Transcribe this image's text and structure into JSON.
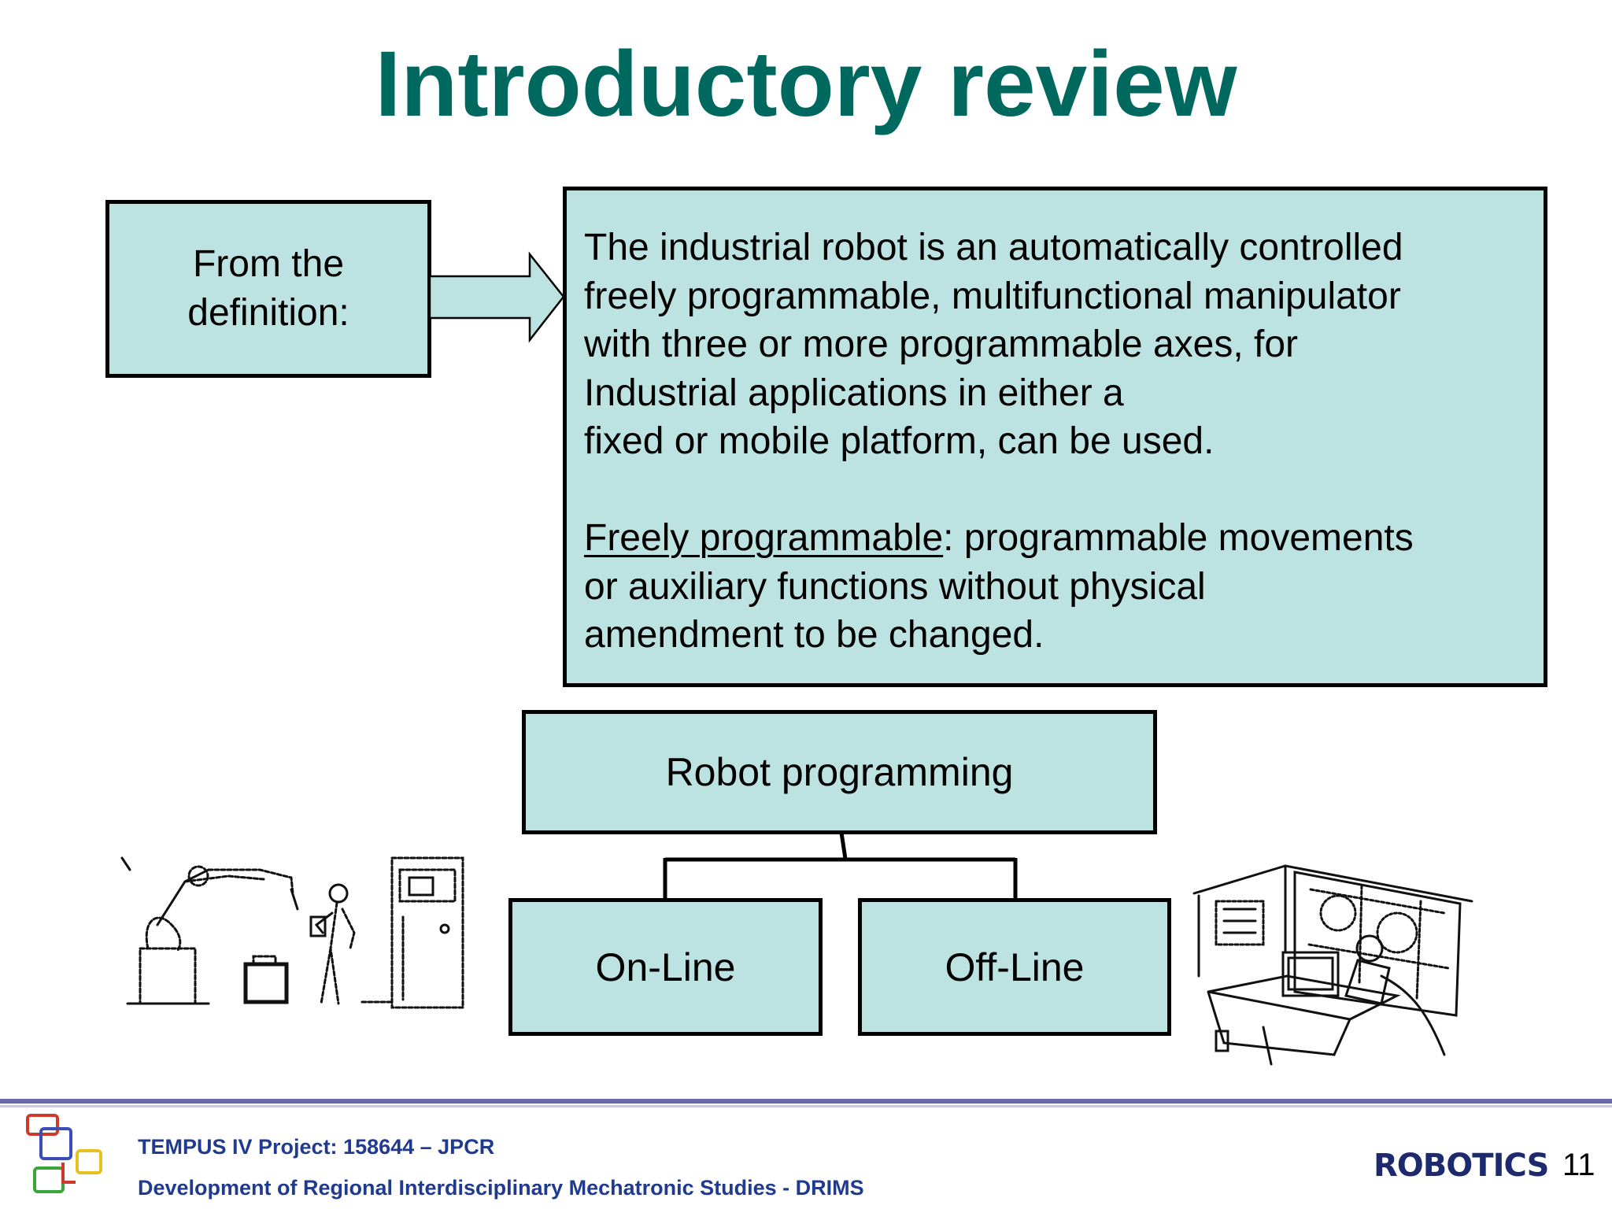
{
  "slide": {
    "title": "Introductory review",
    "definition_label_line1": "From the",
    "definition_label_line2": "definition:",
    "definition_text": [
      "The industrial robot is an automatically controlled",
      "freely programmable, multifunctional manipulator",
      "with three or more programmable axes, for",
      "Industrial applications in either a",
      "fixed or mobile platform, can be used."
    ],
    "freely_term": "Freely programmable",
    "freely_rest_line1": ": programmable movements",
    "freely_lines": [
      "or auxiliary functions without physical",
      "amendment to be changed."
    ],
    "tree": {
      "root": "Robot programming",
      "left": "On-Line",
      "right": "Off-Line"
    }
  },
  "footer": {
    "project": "TEMPUS IV Project: 158644 – JPCR",
    "program": "Development of Regional Interdisciplinary Mechatronic Studies - DRIMS",
    "course": "ROBOTICS",
    "page_number": "11"
  },
  "colors": {
    "title": "#00695f",
    "box_fill": "#bde2e2",
    "footer_text": "#1f3a8f",
    "footer_line": "#6a6aa8",
    "logo": [
      "#d03a2a",
      "#3a4fb5",
      "#e8c020",
      "#3aa53a"
    ]
  },
  "icons": {
    "definition_arrow": "right-arrow-icon",
    "online_illustration": "robot-teach-pendant-illustration",
    "offline_illustration": "cad-workstation-illustration",
    "logo": "tempus-logo-icon"
  }
}
